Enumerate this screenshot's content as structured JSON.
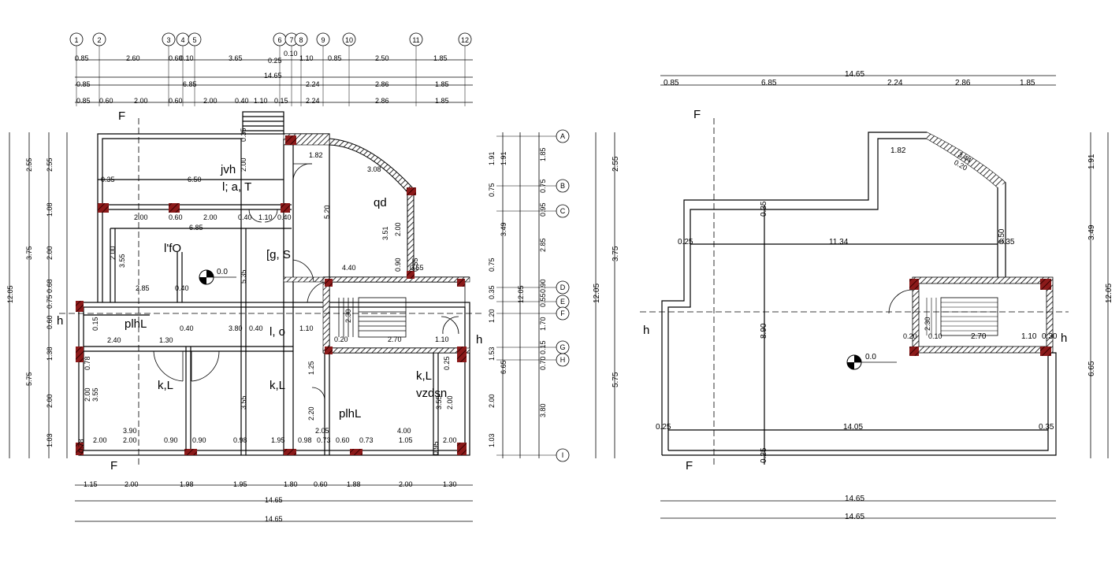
{
  "plan_left": {
    "grid_top": [
      "1",
      "2",
      "3",
      "4",
      "5",
      "6",
      "7",
      "8",
      "9",
      "10",
      "11",
      "12"
    ],
    "grid_right": [
      "A",
      "B",
      "C",
      "D",
      "E",
      "F",
      "G",
      "H",
      "I"
    ],
    "dims_top_row1": [
      "0.85",
      "2.60",
      "0.60",
      "0.10",
      "3.65",
      "0.25",
      "0.10",
      "1.10",
      "0.85",
      "2.50",
      "1.85"
    ],
    "dims_top_row2": [
      "0.85",
      "6.85",
      "2.24",
      "2.86",
      "1.85"
    ],
    "dims_top_row3": [
      "0.85",
      "0.60",
      "2.00",
      "0.60",
      "2.00",
      "0.40",
      "1.10",
      "0.15",
      "2.24",
      "2.86",
      "1.85"
    ],
    "dim_top_total": "14.65",
    "dims_bottom_row1": [
      "1.15",
      "2.00",
      "1.98",
      "1.95",
      "1.80",
      "0.60",
      "1.88",
      "2.00",
      "1.30"
    ],
    "dim_bottom_total1": "14.65",
    "dim_bottom_total2": "14.65",
    "dims_left_outer": [
      "2.55",
      "3.75",
      "5.75"
    ],
    "dim_left_total": "12.05",
    "dims_left_inner": [
      "2.55",
      "1.08",
      "2.00",
      "0.68",
      "0.75",
      "0.60",
      "1.38",
      "2.00",
      "1.03"
    ],
    "dims_right_inner1": [
      "1.91",
      "3.49",
      "6.65"
    ],
    "dims_right_inner2": [
      "1.85",
      "0.75",
      "0.95",
      "2.85",
      "0.90",
      "0.55",
      "1.70",
      "0.15",
      "0.70",
      "3.80"
    ],
    "dims_right_inner3": [
      "1.91",
      "0.75",
      "0.75",
      "0.35",
      "1.20",
      "1.53",
      "2.00",
      "1.03"
    ],
    "dim_right_total": "12.05",
    "rooms": [
      "jvh",
      "l; a, T",
      "qd",
      "l'fO",
      "[g, S",
      "plhL",
      "l, o",
      "k,L",
      "k,L",
      "k,L",
      "vzdsn",
      "plhL"
    ],
    "level": "0.0",
    "section_F": "F",
    "section_h": "h",
    "inner_dims": [
      "0.35",
      "6.50",
      "1.82",
      "3.08",
      "2.00",
      "5.20",
      "0.35",
      "2.00",
      "0.60",
      "2.00",
      "0.40",
      "1.10",
      "0.40",
      "6.85",
      "3.55",
      "2.00",
      "2.85",
      "0.40",
      "5.35",
      "4.40",
      "3.51",
      "2.00",
      "0.90",
      "0.55",
      "3.80",
      "2.40",
      "1.30",
      "0.40",
      "1.10",
      "2.30",
      "2.70",
      "1.10",
      "3.55",
      "2.00",
      "3.90",
      "3.55",
      "1.25",
      "2.20",
      "2.05",
      "4.00",
      "2.00",
      "0.90",
      "2.00",
      "0.90",
      "0.98",
      "1.95",
      "0.98",
      "0.73",
      "0.60",
      "0.73",
      "1.05",
      "2.00",
      "0.95",
      "0.25",
      "0.78",
      "0.40",
      "0.15",
      "0.20",
      "0.55",
      "2.00",
      "3.55",
      "0.78"
    ]
  },
  "plan_right": {
    "dims_top": [
      "0.85",
      "6.85",
      "2.24",
      "2.86",
      "1.85"
    ],
    "dim_top_total": "14.65",
    "dims_left": [
      "2.55",
      "3.75",
      "5.75"
    ],
    "dim_left_total": "12.05",
    "dims_right": [
      "1.91",
      "3.49",
      "6.65"
    ],
    "dim_right_total": "12.05",
    "inner_dims": [
      "1.82",
      "3.44",
      "0.20",
      "0.35",
      "0.25",
      "11.34",
      "3.50",
      "0.35",
      "8.90",
      "2.30",
      "0.20",
      "0.10",
      "2.70",
      "1.10",
      "0.30",
      "0.25",
      "14.05",
      "0.35",
      "0.25"
    ],
    "level": "0.0",
    "dim_bottom_total1": "14.65",
    "dim_bottom_total2": "14.65",
    "section_F": "F",
    "section_h": "h"
  }
}
